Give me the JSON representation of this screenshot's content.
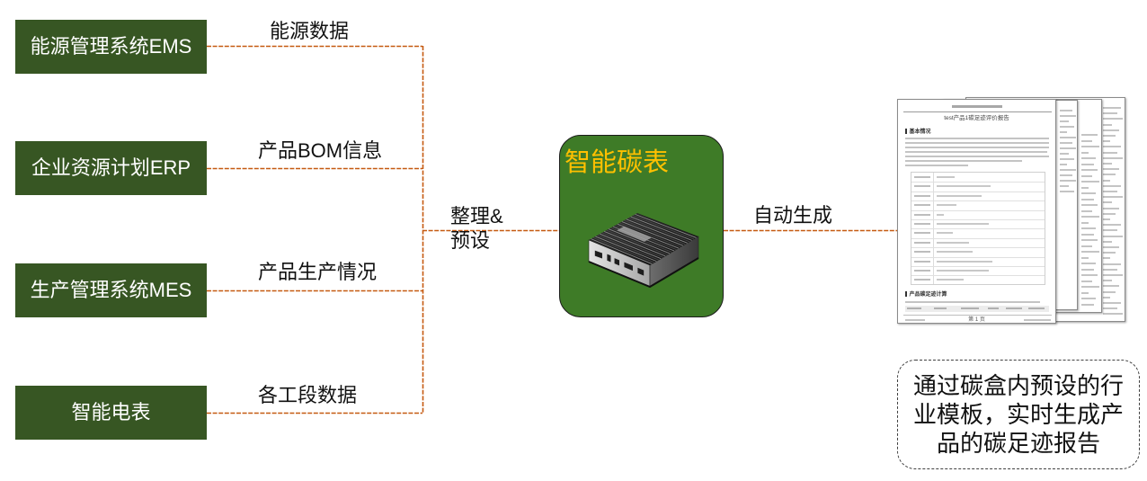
{
  "sources": [
    {
      "label": "能源管理系统EMS",
      "flow_label": "能源数据"
    },
    {
      "label": "企业资源计划ERP",
      "flow_label": "产品BOM信息"
    },
    {
      "label": "生产管理系统MES",
      "flow_label": "产品生产情况"
    },
    {
      "label": "智能电表",
      "flow_label": "各工段数据"
    }
  ],
  "merge_label": {
    "line1": "整理&",
    "line2": "预设"
  },
  "hub": {
    "title": "智能碳表",
    "icon": "carbon-meter-device-icon"
  },
  "output_label": "自动生成",
  "report": {
    "icon": "report-document-stack-icon",
    "title": "test产品1碳足迹评价报告",
    "section_1": "基本情况",
    "section_2": "产品碳足迹计算",
    "footer_page": "第 1 页"
  },
  "note": {
    "lines": [
      "通过碳盒内预设的行",
      "业模板，实时生成产",
      "品的碳足迹报告"
    ]
  },
  "colors": {
    "source_box": "#375623",
    "source_text": "#FFFFFF",
    "connector": "#C55A11",
    "hub_box": "#3E7B27",
    "hub_title": "#FFC000"
  }
}
